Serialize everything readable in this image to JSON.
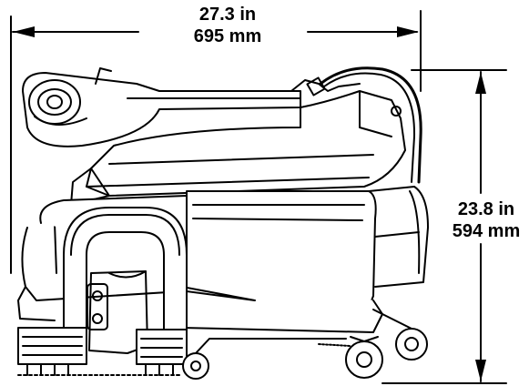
{
  "dimensions": {
    "width": {
      "imperial": "27.3 in",
      "metric": "695 mm"
    },
    "height": {
      "imperial": "23.8 in",
      "metric": "594 mm"
    }
  },
  "colors": {
    "line": "#000000",
    "background": "#ffffff"
  }
}
